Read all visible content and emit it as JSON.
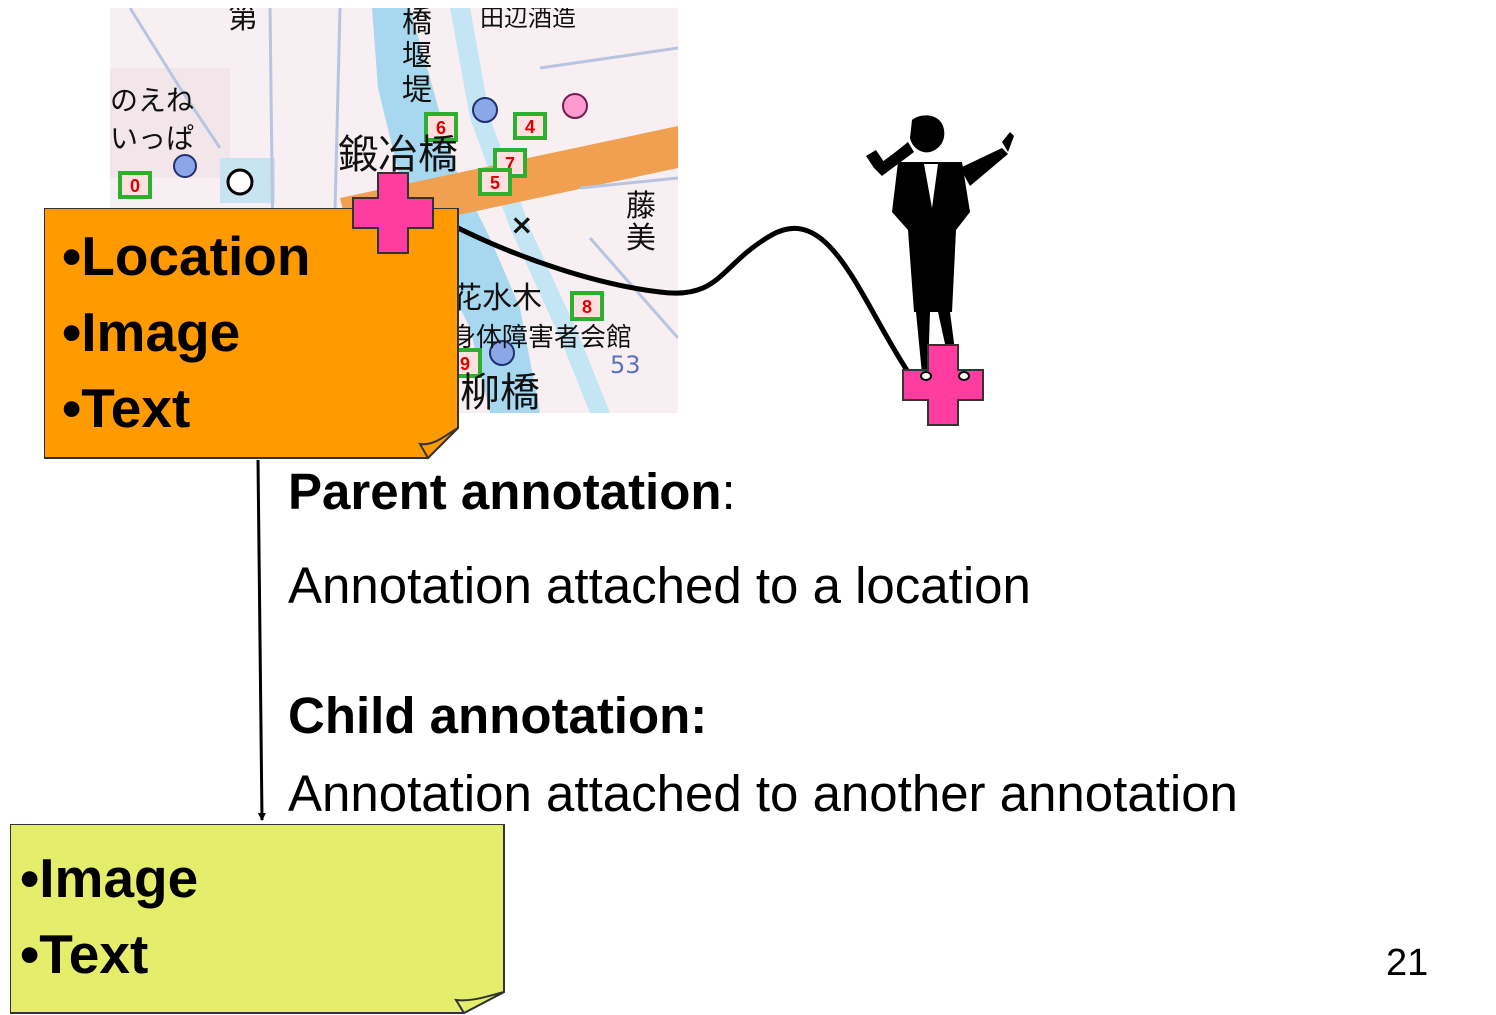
{
  "map": {
    "labels": [
      "第",
      "橋",
      "堰",
      "堤",
      "のえね",
      "いっぱ",
      "鍛冶橋",
      "藤",
      "美",
      "花水木",
      "身体障害者会館",
      "柳橋",
      "田辺酒造",
      "53"
    ],
    "markers": [
      "0",
      "6",
      "4",
      "7",
      "5",
      "8",
      "9"
    ],
    "marker_color": "#2db02d",
    "road_color": "#f0a050",
    "water_color": "#a8d8f0"
  },
  "location_marker": {
    "color": "#ff3ca0"
  },
  "parent_note": {
    "color": "#ff9a00",
    "items": [
      "•Location",
      "•Image",
      "•Text"
    ]
  },
  "child_note": {
    "color": "#e4ee6a",
    "items": [
      "•Image",
      "•Text"
    ]
  },
  "parent_annotation": {
    "heading": "Parent annotation",
    "suffix": ":",
    "description": "Annotation attached to a location"
  },
  "child_annotation": {
    "heading": "Child annotation:",
    "description": "Annotation attached to another annotation"
  },
  "page_number": "21",
  "icons": [
    "person-silhouette-icon",
    "plus-marker-icon",
    "map-image"
  ]
}
